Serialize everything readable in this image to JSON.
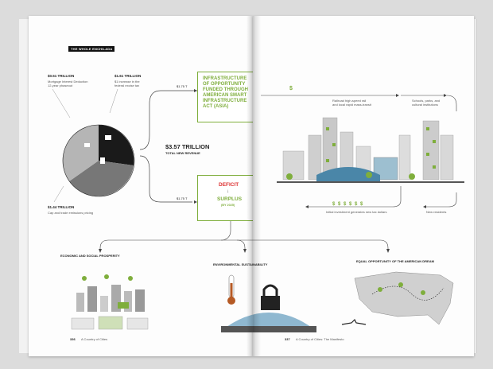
{
  "spread_label": "THE WHOLE ENCHILADA",
  "left_page": {
    "item1": {
      "value": "$0.51 TRILLION",
      "desc1": "Mortgage Interest Deduction",
      "desc2": "12-year phaseout"
    },
    "item2": {
      "value": "$1.61 TRILLION",
      "desc1": "$1 increase in the",
      "desc2": "federal excise tax"
    },
    "item3": {
      "value": "$1.44 TRILLION",
      "desc1": "Cap and trade emissions pricing"
    },
    "total": {
      "value": "$3.57 TRILLION",
      "label": "TOTAL NEW REVENUE"
    },
    "flow_top": "$1.75 T",
    "flow_bottom": "$1.75 T",
    "infrastructure": [
      "INFRASTRUCTURE",
      "OF OPPORTUNITY",
      "FUNDED THROUGH",
      "AMERICAN SMART",
      "INFRASTRUCTURE",
      "ACT (ASIA)"
    ],
    "deficit": "DEFICIT",
    "surplus": "SURPLUS",
    "surplus_year": "(BY 2025)",
    "outcome1": "ECONOMIC AND SOCIAL PROSPERITY",
    "page_number": "336",
    "footer": "A Country of Cities"
  },
  "right_page": {
    "dollar": "$",
    "rail": "Railroad high-speed rail",
    "rail2": "and local rapid mass-transit",
    "schools": "Schools, parks, and",
    "schools2": "cultural institutions",
    "investment_dollars": "$ $ $ $ $ $",
    "investment_caption": "Initial investment generates new tax dollars",
    "new_residents": "New residents",
    "outcome2": "ENVIRONMENTAL SUSTAINABILITY",
    "outcome3": "EQUAL OPPORTUNITY OF THE AMERICAN DREAM",
    "page_number": "337",
    "footer": "A Country of Cities: The Manifesto"
  },
  "colors": {
    "accent": "#7fae3c",
    "deficit": "#dd3333",
    "pie_dark": "#1a1a1a",
    "pie_mid": "#777777",
    "pie_light": "#b5b5b5"
  }
}
